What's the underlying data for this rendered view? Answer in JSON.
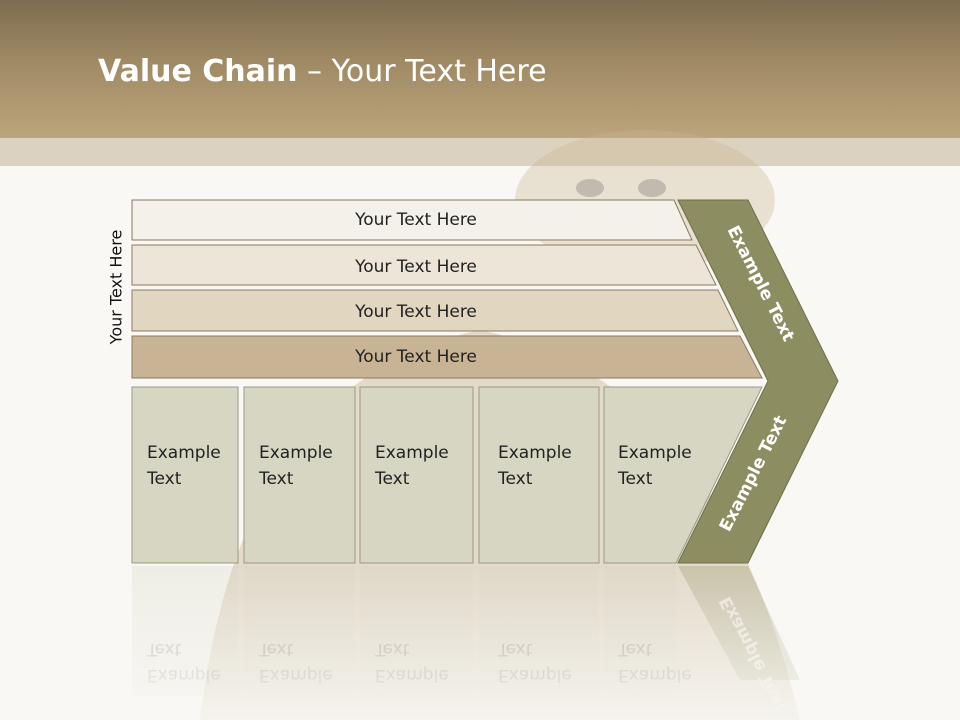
{
  "title": {
    "bold": "Value Chain",
    "rest": " – Your Text Here"
  },
  "side_label": "Your Text Here",
  "rows": [
    {
      "label": "Your Text Here",
      "fill": "#f3f1ea"
    },
    {
      "label": "Your Text Here",
      "fill": "#ede6d8"
    },
    {
      "label": "Your Text Here",
      "fill": "#e1d6c0"
    },
    {
      "label": "Your Text Here",
      "fill": "#c8b494"
    }
  ],
  "boxes": [
    {
      "line1": "Example",
      "line2": "Text"
    },
    {
      "line1": "Example",
      "line2": "Text"
    },
    {
      "line1": "Example",
      "line2": "Text"
    },
    {
      "line1": "Example",
      "line2": "Text"
    },
    {
      "line1": "Example",
      "line2": "Text"
    }
  ],
  "arrow": {
    "top_label": "Example Text",
    "bottom_label": "Example Text",
    "fill": "#8d8d62"
  },
  "colors": {
    "box_fill": "#d6d6c3",
    "box_stroke": "#9a9a86"
  }
}
